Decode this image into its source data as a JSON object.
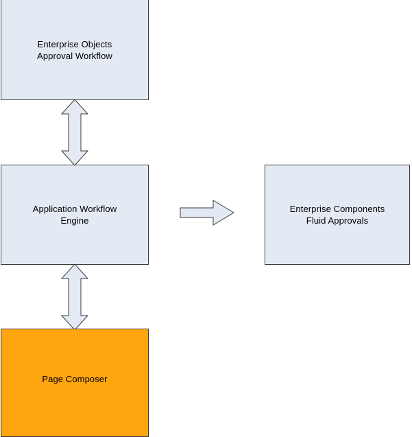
{
  "diagram": {
    "type": "block-diagram",
    "background_color": "#ffffff",
    "nodes": [
      {
        "id": "approval-workflow",
        "label": "Enterprise Objects\nApproval Workflow",
        "fill_color": "#e4eaf4",
        "border_color": "#3a3a3a"
      },
      {
        "id": "workflow-engine",
        "label": "Application Workflow\nEngine",
        "fill_color": "#e4eaf4",
        "border_color": "#3a3a3a"
      },
      {
        "id": "fluid-approvals",
        "label": "Enterprise Components\nFluid Approvals",
        "fill_color": "#e4eaf4",
        "border_color": "#3a3a3a"
      },
      {
        "id": "page-composer",
        "label": "Page Composer",
        "fill_color": "#ffa510",
        "border_color": "#3a3a3a"
      }
    ],
    "connectors": [
      {
        "id": "approval-engine",
        "from": "approval-workflow",
        "to": "workflow-engine",
        "direction": "bidirectional",
        "orientation": "vertical",
        "fill_color": "#e4eaf4",
        "border_color": "#3a3a3a"
      },
      {
        "id": "engine-composer",
        "from": "workflow-engine",
        "to": "page-composer",
        "direction": "bidirectional",
        "orientation": "vertical",
        "fill_color": "#e4eaf4",
        "border_color": "#3a3a3a"
      },
      {
        "id": "engine-fluid",
        "from": "workflow-engine",
        "to": "fluid-approvals",
        "direction": "unidirectional",
        "orientation": "horizontal",
        "fill_color": "#e4eaf4",
        "border_color": "#3a3a3a"
      }
    ]
  }
}
